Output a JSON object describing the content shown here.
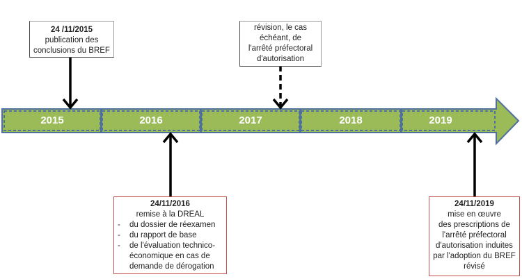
{
  "colors": {
    "bar_fill": "#9bbb59",
    "bar_border": "#4f6f9f",
    "top_box_border": "#4a4a4a",
    "bottom_box_border": "#c0504d",
    "arrow": "#000000",
    "year_text": "#ffffff"
  },
  "timeline": {
    "years": [
      "2015",
      "2016",
      "2017",
      "2018",
      "2019"
    ]
  },
  "events": {
    "e2015": {
      "date": "24 /11/2015",
      "lines": [
        "publication des",
        "conclusions du BREF"
      ],
      "arrow": "solid-down"
    },
    "e2017": {
      "date": "",
      "lines": [
        "révision, le cas",
        "échéant, de",
        "l'arrêté préfectoral",
        "d'autorisation"
      ],
      "arrow": "dashed-down"
    },
    "e2016": {
      "date": "24/11/2016",
      "intro": "remise à la DREAL",
      "items": [
        {
          "text": "du dossier de réexamen"
        },
        {
          "text": "du rapport de base"
        },
        {
          "text": "de l'évaluation technico-"
        }
      ],
      "continuation": [
        "économique en cas de",
        "demande de dérogation"
      ],
      "arrow": "solid-up"
    },
    "e2019": {
      "date": "24/11/2019",
      "lines": [
        "mise en œuvre",
        "des prescriptions  de",
        "l'arrêté préfectoral",
        "d'autorisation induites",
        "par l'adoption du BREF",
        "révisé"
      ],
      "arrow": "solid-up"
    }
  }
}
